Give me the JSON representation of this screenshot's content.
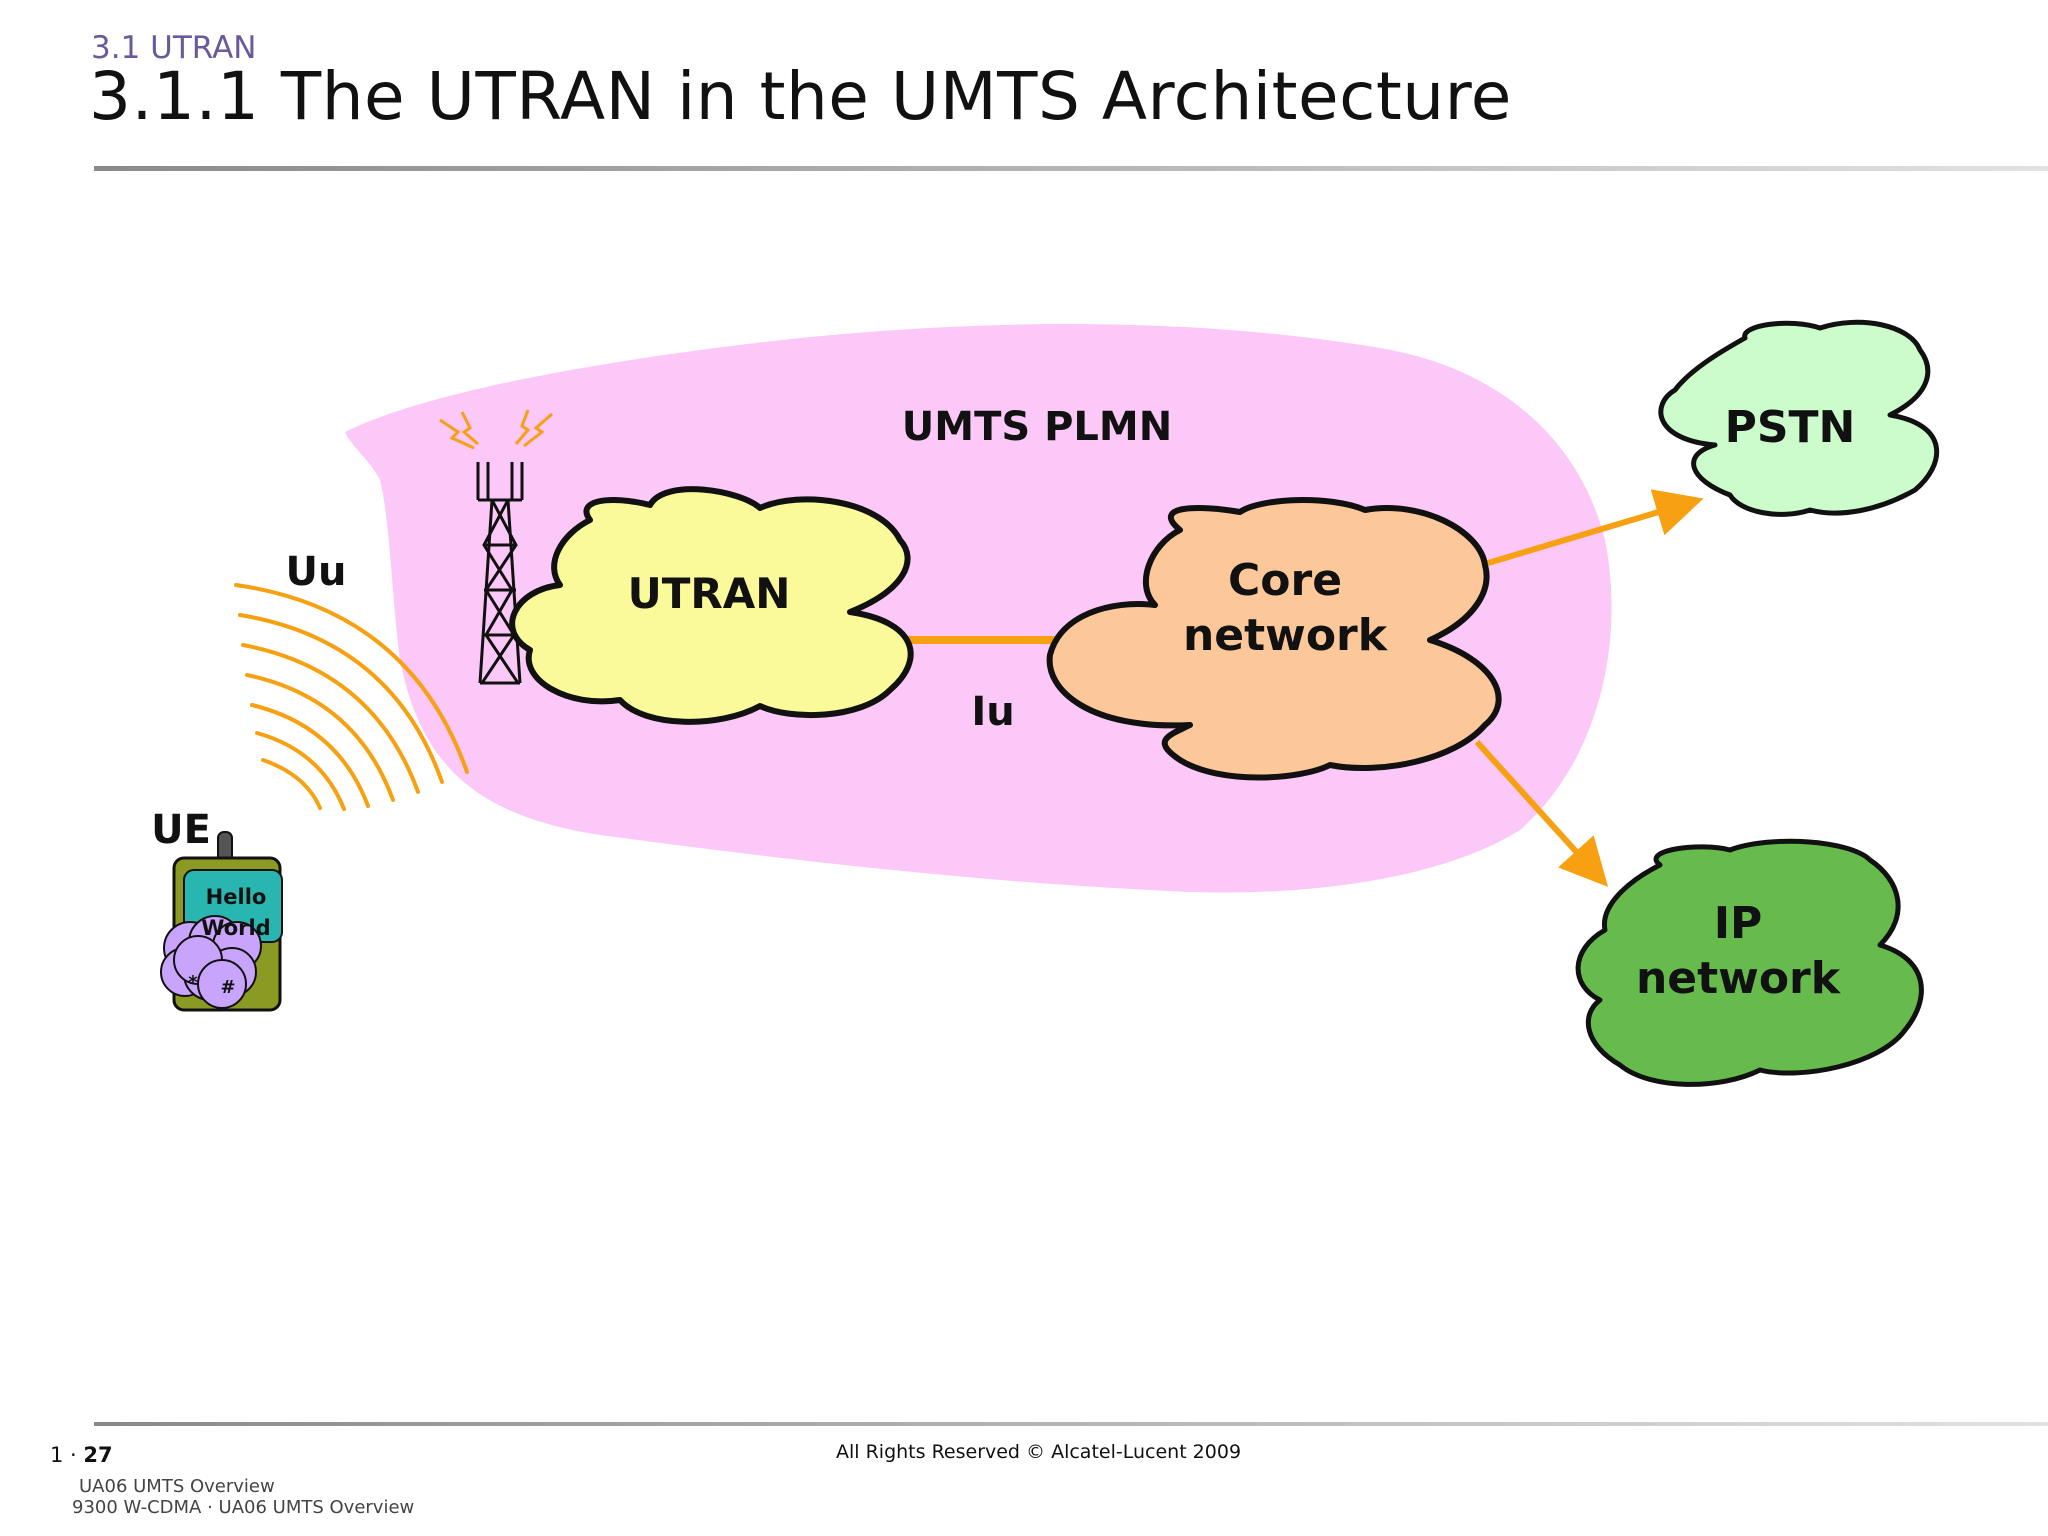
{
  "header": {
    "section": "3.1 UTRAN",
    "title": "3.1.1 The UTRAN in the UMTS Architecture"
  },
  "diagram": {
    "plmn_label": "UMTS PLMN",
    "utran_label": "UTRAN",
    "core_line1": "Core",
    "core_line2": "network",
    "pstn_label": "PSTN",
    "ip_line1": "IP",
    "ip_line2": "network",
    "uu_label": "Uu",
    "iu_label": "Iu",
    "ue_label": "UE",
    "phone_screen_line1": "Hello",
    "phone_screen_line2": "World",
    "phone_key_star": "*",
    "phone_key_hash": "#"
  },
  "colors": {
    "plmn_fill": "#fcc8f8",
    "utran_fill": "#fafa9a",
    "core_fill": "#fcc89a",
    "pstn_fill": "#ccfccc",
    "ip_fill": "#66bb4c",
    "link_orange": "#f7a012",
    "section_purple": "#6a5a9a"
  },
  "footer": {
    "page_prefix": "1 · ",
    "page_number": "27",
    "copyright": "All Rights Reserved © Alcatel-Lucent 2009",
    "course_line1": "UA06 UMTS Overview",
    "course_line2": "9300 W-CDMA · UA06 UMTS Overview"
  }
}
